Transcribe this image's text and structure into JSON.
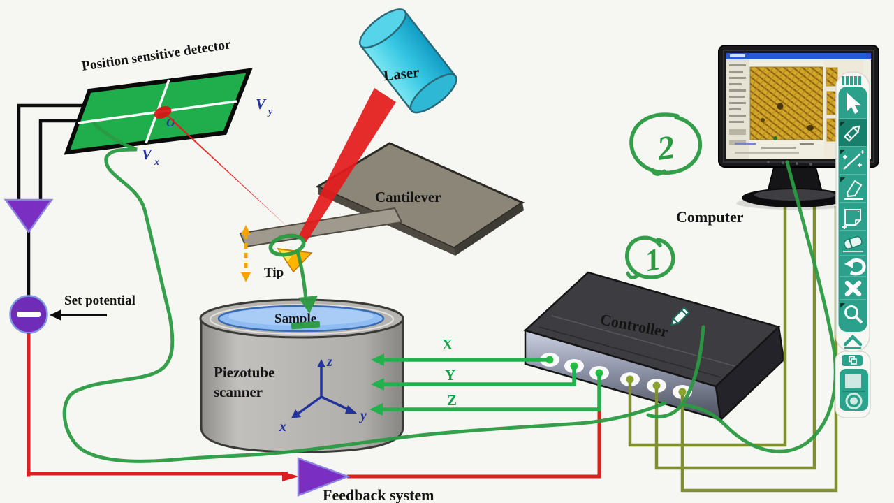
{
  "labels": {
    "detector_title": "Position sensitive detector",
    "v_letter": "V",
    "v_sub_y": "y",
    "v_sub_x": "x",
    "origin": "O",
    "laser": "Laser",
    "cantilever": "Cantilever",
    "tip": "Tip",
    "sample": "Sample",
    "piezo_line1": "Piezotube",
    "piezo_line2": "scanner",
    "axis_z": "z",
    "axis_x": "x",
    "axis_y": "y",
    "wire_x": "X",
    "wire_y": "Y",
    "wire_z": "Z",
    "set_potential": "Set potential",
    "feedback": "Feedback system",
    "controller": "Controller",
    "computer": "Computer",
    "note_1": "1",
    "note_2": "2"
  },
  "annotation_toolbar": {
    "selected_tool": "pencil",
    "tools": [
      {
        "name": "cursor"
      },
      {
        "name": "pencil"
      },
      {
        "name": "magic-wand"
      },
      {
        "name": "highlighter"
      },
      {
        "name": "sticky-note"
      },
      {
        "name": "eraser"
      },
      {
        "name": "undo"
      },
      {
        "name": "close"
      },
      {
        "name": "zoom"
      },
      {
        "name": "collapse"
      }
    ]
  },
  "recorder_panel": {
    "buttons": [
      {
        "name": "restore-window"
      },
      {
        "name": "stop"
      },
      {
        "name": "record"
      }
    ]
  },
  "colors": {
    "background": "#f6f6f2",
    "detector_green": "#1fae4b",
    "laser_cyan": "#35c6e3",
    "beam_red": "#e41c1c",
    "cantilever_gray": "#8c8678",
    "tip_orange": "#ffb400",
    "sample_blue": "#8fbcf2",
    "scanner_gray": "#b6b4b0",
    "axis_blue": "#22339b",
    "purple": "#7a2ec2",
    "wire_green": "#22b14c",
    "wire_olive": "#7f8f2f",
    "wire_red": "#dd1f1f",
    "annotation_green": "#2b9a42",
    "toolbar_teal": "#2ba08a",
    "toolbar_selected": "#16806c",
    "afm_gold": "#d2a62a"
  }
}
